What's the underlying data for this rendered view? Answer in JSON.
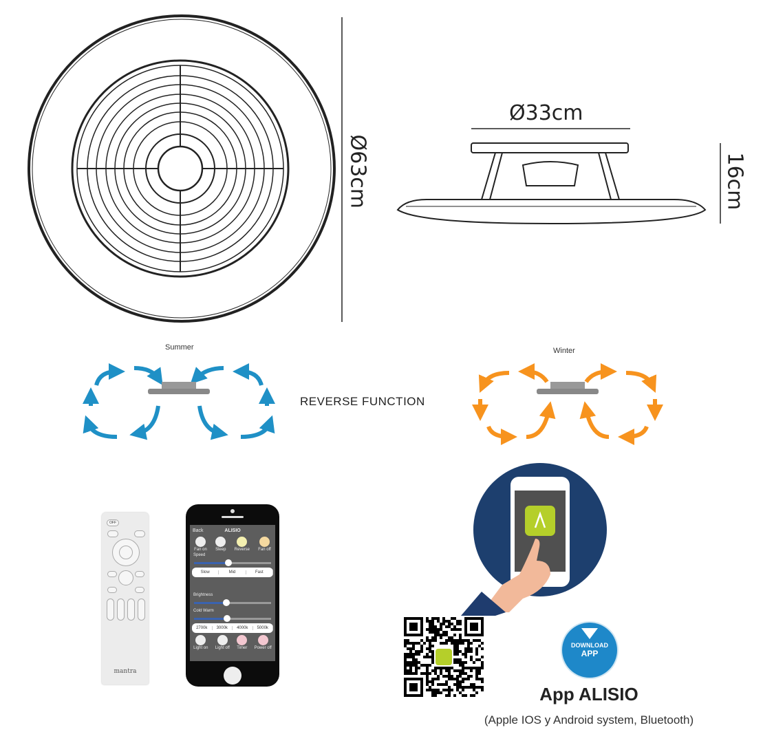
{
  "dimensions": {
    "outer_diameter": "Ø63cm",
    "body_diameter": "Ø33cm",
    "height": "16cm"
  },
  "reverse": {
    "summer_label": "Summer",
    "winter_label": "Winter",
    "title": "REVERSE FUNCTION"
  },
  "colors": {
    "summer": "#1f90c6",
    "winter": "#f7931e",
    "app_circle": "#1d3f6e",
    "download": "#1e88c9",
    "app_tile": "#b5cf2a"
  },
  "remote": {
    "off_label": "OFF",
    "brand": "mantra"
  },
  "app_screen": {
    "back": "Back",
    "title": "ALISIO",
    "fan_buttons": [
      "Fan on",
      "Sleep",
      "Reverse",
      "Fan off"
    ],
    "speed_label": "Speed",
    "speed_value": 0.45,
    "speed_options": [
      "Slow",
      "Mid",
      "Fast"
    ],
    "brightness_label": "Brightness",
    "brightness_value": 0.42,
    "cct_label": "Cold Warm",
    "cct_value": 0.43,
    "cct_options": [
      "2700k",
      "3000k",
      "4000k",
      "5000k"
    ],
    "light_buttons": [
      "Light on",
      "Light off",
      "Timer",
      "Power off"
    ]
  },
  "download": {
    "line1": "DOWNLOAD",
    "line2": "APP"
  },
  "app_name": "App ALISIO",
  "app_platforms": "(Apple IOS y Android system, Bluetooth)"
}
